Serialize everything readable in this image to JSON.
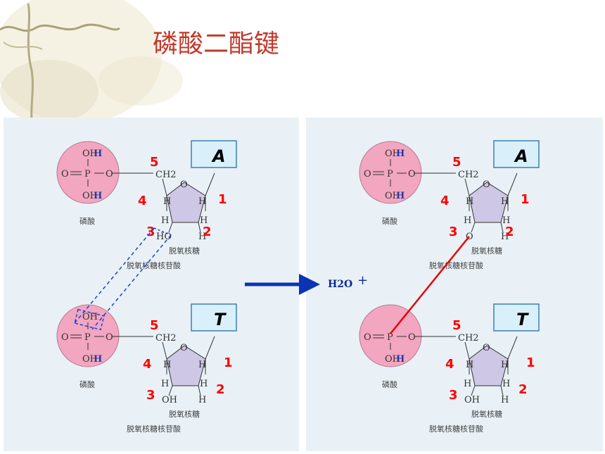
{
  "title": "磷酸二酯键",
  "left": {
    "top": {
      "phosphate": {
        "oh_top": "OH",
        "o_left": "O",
        "p": "P",
        "o_right": "O",
        "oh_bottom": "OH",
        "caption": "磷酸"
      },
      "sugar": {
        "ch2": "CH2",
        "ring_o": "O",
        "h1": "H",
        "h2": "H",
        "h3": "H",
        "h4": "H",
        "sub3": "HO",
        "sub2": "H",
        "caption": "脱氧核糖"
      },
      "base": "A",
      "carbons": [
        "5",
        "4",
        "3",
        "2",
        "1"
      ],
      "caption": "脱氧核糖核苷酸"
    },
    "bottom": {
      "phosphate": {
        "oh_top": "OH",
        "o_left": "O",
        "p": "P",
        "o_right": "O",
        "oh_bottom": "OH",
        "caption": "磷酸"
      },
      "sugar": {
        "ch2": "CH2",
        "ring_o": "O",
        "h1": "H",
        "h2": "H",
        "h3": "H",
        "h4": "H",
        "sub3": "OH",
        "sub2": "H",
        "caption": "脱氧核糖"
      },
      "base": "T",
      "carbons": [
        "5",
        "4",
        "3",
        "2",
        "1"
      ],
      "caption": "脱氧核糖核苷酸"
    }
  },
  "right": {
    "top": {
      "phosphate": {
        "oh_top": "OH",
        "o_left": "O",
        "p": "P",
        "o_right": "O",
        "oh_bottom": "OH",
        "caption": "磷酸"
      },
      "sugar": {
        "ch2": "CH2",
        "ring_o": "O",
        "h1": "H",
        "h2": "H",
        "h3": "H",
        "h4": "H",
        "sub3": "O",
        "sub2": "H",
        "caption": "脱氧核糖"
      },
      "base": "A",
      "carbons": [
        "5",
        "4",
        "3",
        "2",
        "1"
      ],
      "caption": "脱氧核糖核苷酸"
    },
    "bottom": {
      "phosphate": {
        "oh_top": "",
        "o_left": "O",
        "p": "P",
        "o_right": "O",
        "oh_bottom": "OH",
        "caption": "磷酸"
      },
      "sugar": {
        "ch2": "CH2",
        "ring_o": "O",
        "h1": "H",
        "h2": "H",
        "h3": "H",
        "h4": "H",
        "sub3": "OH",
        "sub2": "H",
        "caption": "脱氧核糖"
      },
      "base": "T",
      "carbons": [
        "5",
        "4",
        "3",
        "2",
        "1"
      ],
      "caption": "脱氧核糖核苷酸"
    }
  },
  "reaction": {
    "water": "H2O",
    "plus": "+"
  },
  "colors": {
    "panel": "#e9f1f6",
    "phosphate": "#f2a6bf",
    "sugar": "#cfc7e6",
    "bond": "#e60000",
    "arrow": "#0b33b5",
    "numbers": "#ff0000"
  }
}
